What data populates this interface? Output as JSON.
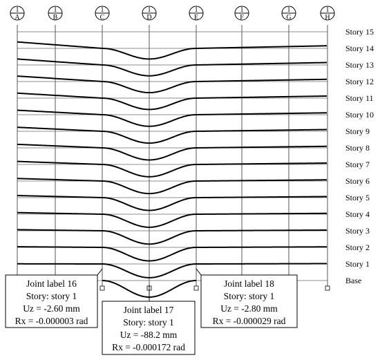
{
  "grids": [
    {
      "num": "1",
      "letter": "A"
    },
    {
      "num": "1",
      "letter": "B"
    },
    {
      "num": "1",
      "letter": "C"
    },
    {
      "num": "1",
      "letter": "D"
    },
    {
      "num": "1",
      "letter": "E"
    },
    {
      "num": "1",
      "letter": "F"
    },
    {
      "num": "1",
      "letter": "G"
    },
    {
      "num": "1",
      "letter": "H"
    }
  ],
  "stories": [
    "Story 15",
    "Story 14",
    "Story 13",
    "Story 12",
    "Story 11",
    "Story 10",
    "Story 9",
    "Story 8",
    "Story 7",
    "Story 6",
    "Story 5",
    "Story 4",
    "Story 3",
    "Story 2",
    "Story 1",
    "Base"
  ],
  "callouts": [
    {
      "lines": [
        "Joint label 16",
        "Story: story 1",
        "Uz = -2.60 mm",
        "Rx = -0.000003 rad"
      ]
    },
    {
      "lines": [
        "Joint label 17",
        "Story: story 1",
        "Uz = -88.2 mm",
        "Rx = -0.000172 rad"
      ]
    },
    {
      "lines": [
        "Joint label 18",
        "Story: story 1",
        "Uz = -2.80 mm",
        "Rx = -0.000029 rad"
      ]
    }
  ]
}
